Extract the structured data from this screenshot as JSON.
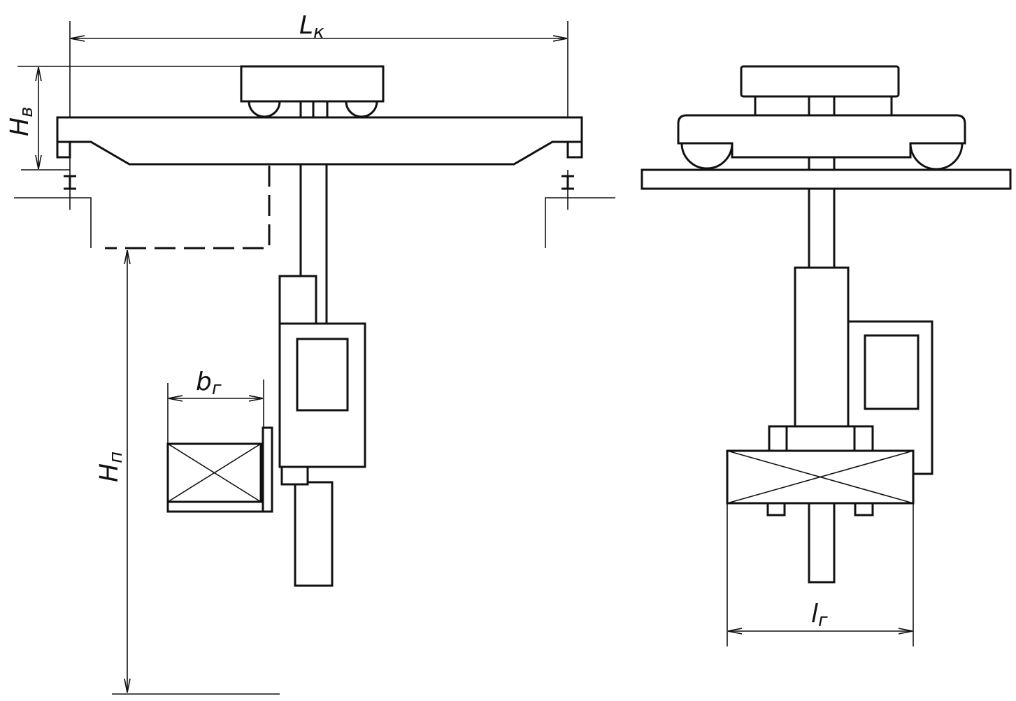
{
  "labels": {
    "crane_span": {
      "main": "L",
      "sub": "к"
    },
    "top_height": {
      "main": "H",
      "sub": "в"
    },
    "lift_height": {
      "main": "H",
      "sub": "п"
    },
    "load_width": {
      "main": "b",
      "sub": "г"
    },
    "load_length": {
      "main": "l",
      "sub": "г"
    }
  }
}
